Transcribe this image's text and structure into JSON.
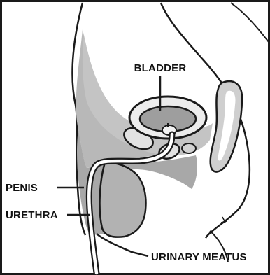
{
  "labels": {
    "bladder": "BLADDER",
    "penis": "PENIS",
    "urethra": "URETHRA",
    "meatus": "URINARY MEATUS"
  },
  "colors": {
    "line": "#1a1a1a",
    "shade_dark": "#9a9a9a",
    "shade_mid": "#b5b5b5",
    "shade_light": "#cfcfcf",
    "background": "#ffffff"
  }
}
